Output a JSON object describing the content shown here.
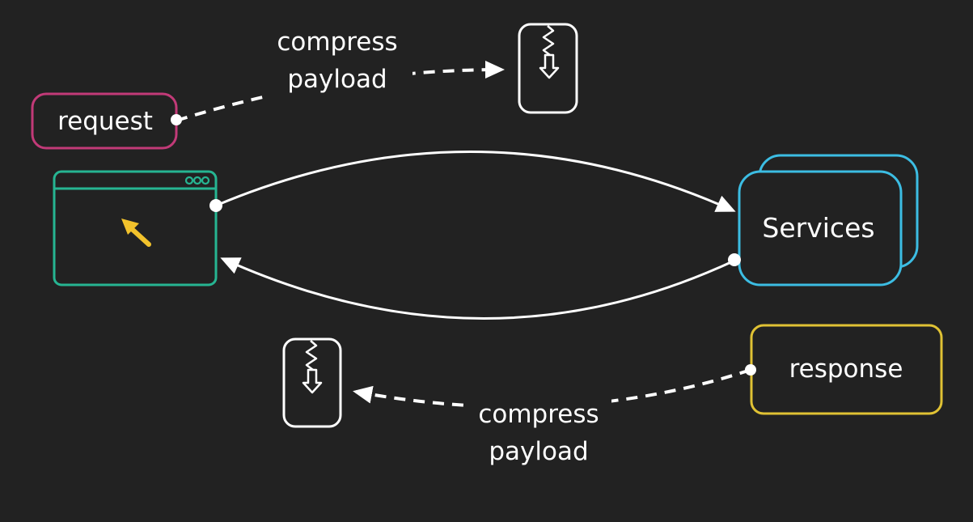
{
  "nodes": {
    "request": {
      "label": "request",
      "color": "#c23a78"
    },
    "response": {
      "label": "response",
      "color": "#e0c234"
    },
    "services": {
      "label": "Services",
      "color": "#3cbde3"
    },
    "browser": {
      "color": "#26b592",
      "cursor_color": "#f2c22c"
    }
  },
  "edges": {
    "request_compress": {
      "label_line1": "compress",
      "label_line2": "payload"
    },
    "response_compress": {
      "label_line1": "compress",
      "label_line2": "payload"
    }
  },
  "icons": {
    "zip_top": "zip-file-icon",
    "zip_bottom": "zip-file-icon",
    "cursor": "mouse-cursor-icon"
  },
  "colors": {
    "background": "#222222",
    "line": "#ffffff"
  }
}
